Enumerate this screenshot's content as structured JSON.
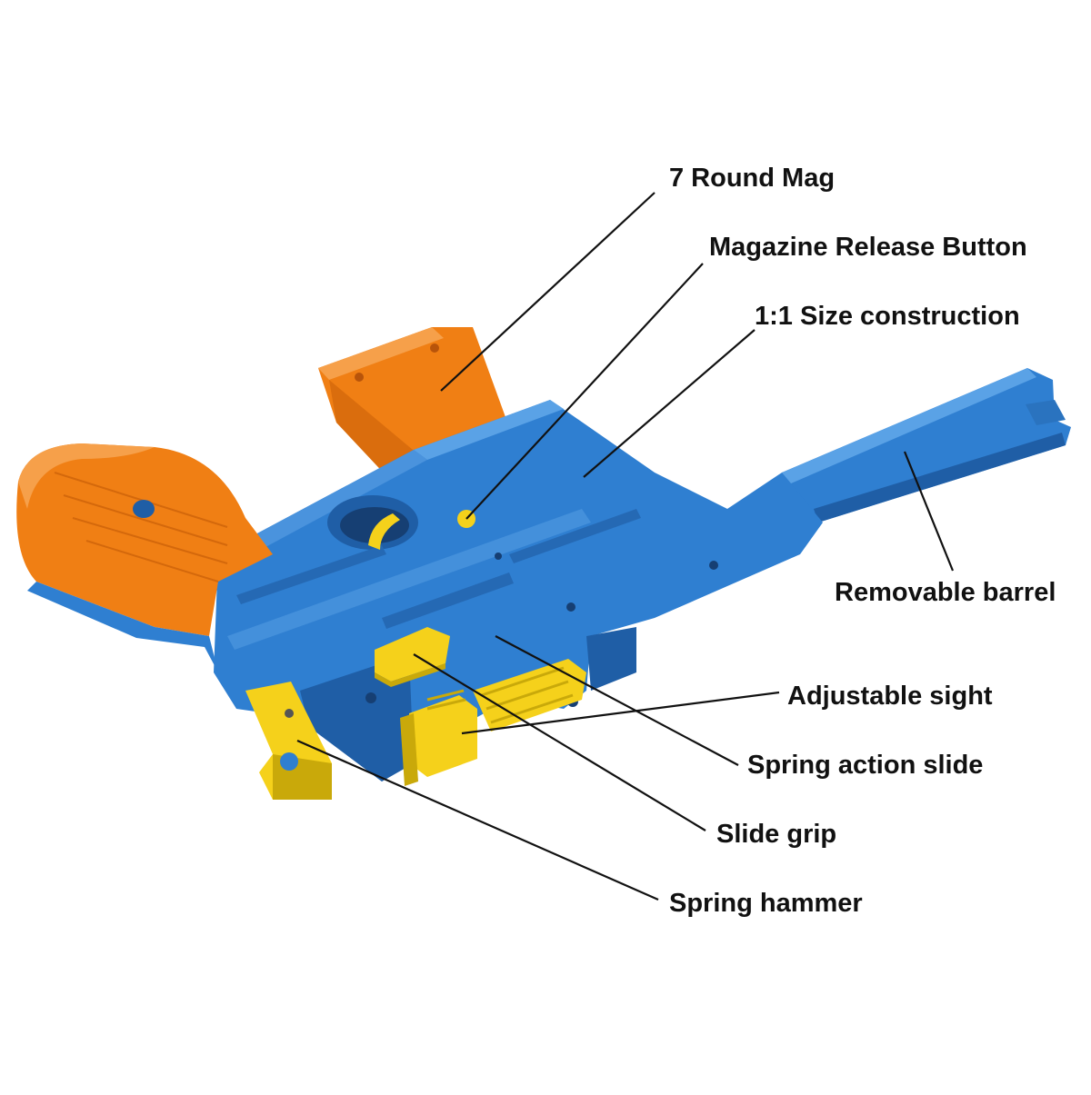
{
  "colors": {
    "body_blue": "#2f7fd1",
    "body_blue_dark": "#1f5ea6",
    "body_blue_light": "#5aa2e6",
    "grip_orange": "#f07f14",
    "grip_orange_dark": "#c95f08",
    "part_yellow": "#f5d11b",
    "part_yellow_dark": "#c9a90a",
    "text": "#111111"
  },
  "labels": {
    "round_mag": "7 Round Mag",
    "mag_release": "Magazine Release Button",
    "size_construction": "1:1 Size construction",
    "removable_barrel": "Removable barrel",
    "adjustable_sight": "Adjustable sight",
    "spring_action_slide": "Spring action slide",
    "slide_grip": "Slide grip",
    "spring_hammer": "Spring hammer"
  }
}
